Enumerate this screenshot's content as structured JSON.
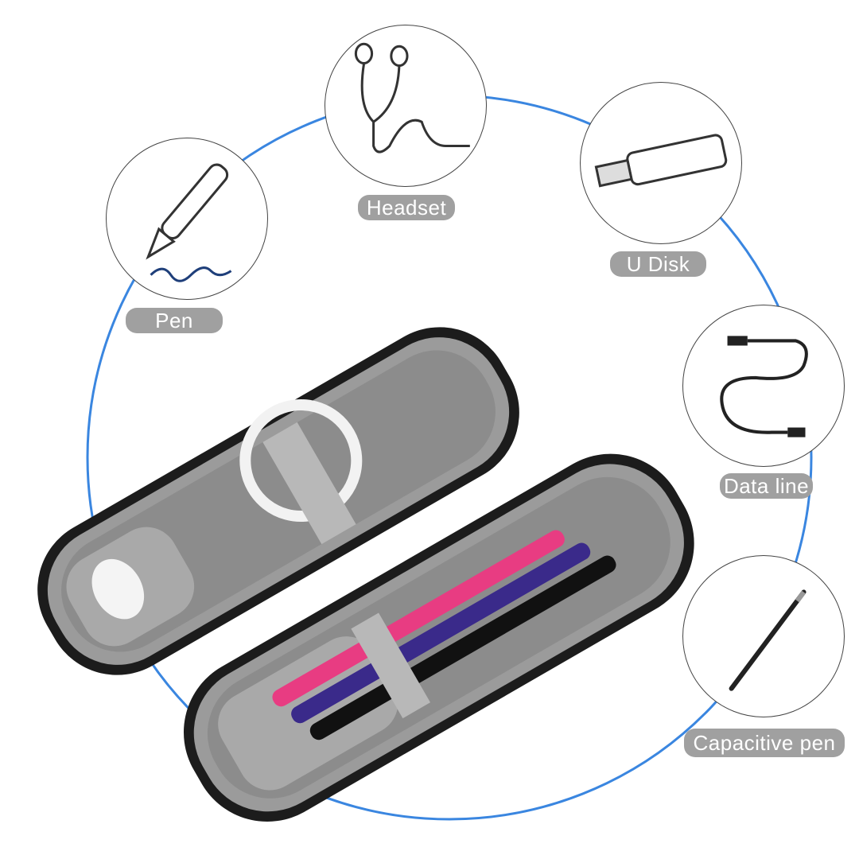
{
  "labels": {
    "pen": "Pen",
    "headset": "Headset",
    "u_disk": "U Disk",
    "data_line": "Data line",
    "capacitive_pen": "Capacitive pen"
  },
  "colors": {
    "ring": "#3a86e0",
    "pill": "#a0a0a0",
    "case_shell": "#1c1c1c",
    "case_lining": "#9b9b9b"
  }
}
